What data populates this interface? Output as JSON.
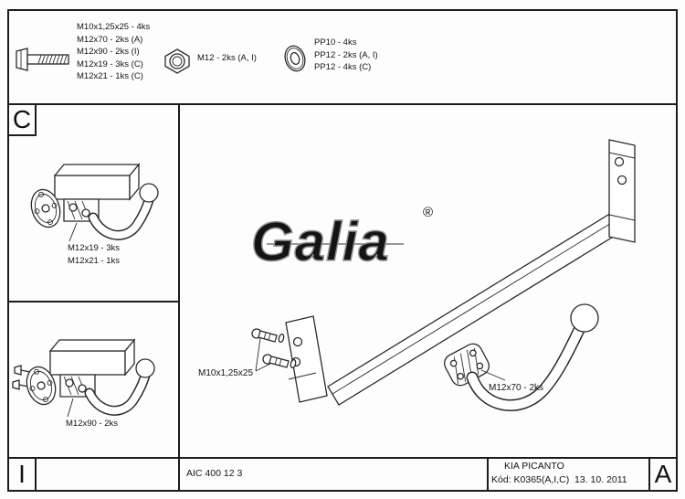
{
  "parts_list": {
    "bolts": {
      "lines": [
        "M10x1,25x25 - 4ks",
        "M12x70 - 2ks (A)",
        "M12x90 - 2ks (I)",
        "M12x19 - 3ks (C)",
        "M12x21 - 1ks (C)"
      ]
    },
    "nut": {
      "label": "M12 - 2ks (A, I)"
    },
    "washers": {
      "lines": [
        "PP10 - 4ks",
        "PP12 - 2ks (A, I)",
        "PP12 - 4ks (C)"
      ]
    }
  },
  "section_labels": {
    "detail_top": "C",
    "detail_bottom": "I",
    "revision": "A"
  },
  "detail_c": {
    "labels": [
      "M12x19 - 3ks",
      "M12x21 - 1ks"
    ]
  },
  "detail_i": {
    "labels": [
      "M12x90 - 2ks"
    ]
  },
  "main_drawing": {
    "logo_text": "Galia",
    "logo_reg": "®",
    "labels": {
      "bolt": "M10x1,25x25",
      "hook_bolt": "M12x70 - 2ks"
    }
  },
  "footer": {
    "doc_number": "AIC 400 12 3",
    "model": "KIA PICANTO",
    "code": "Kód: K0365(A,I,C)  13. 10. 2011"
  }
}
